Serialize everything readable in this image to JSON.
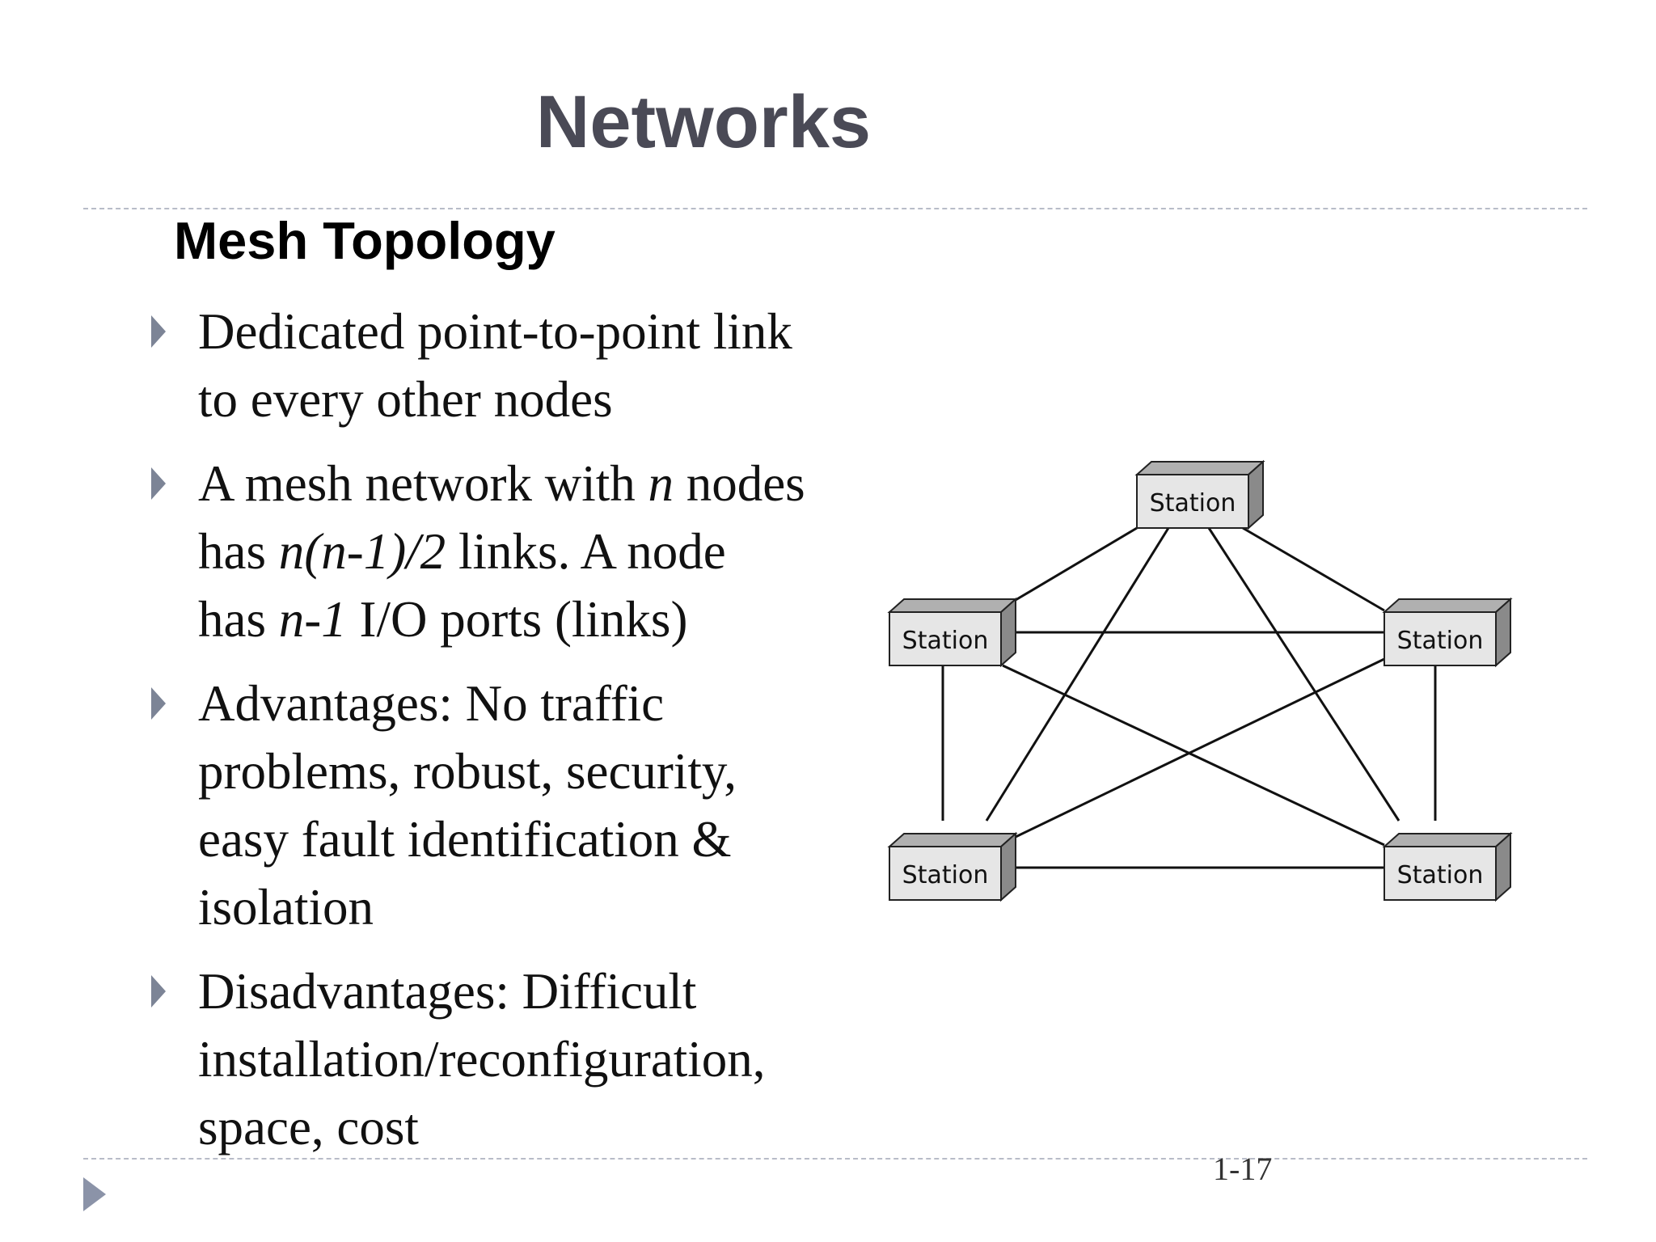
{
  "slide": {
    "title": "Networks",
    "subtitle": "Mesh Topology",
    "page_number": "1-17"
  },
  "bullets": [
    {
      "line1": "Dedicated point-to-point link",
      "line2": "to every other nodes"
    },
    {
      "a": "A mesh network with ",
      "b": "n",
      "c": " nodes",
      "d": "has ",
      "e": "n(n-1)/2",
      "f": " links.  A node",
      "g": "has ",
      "h": "n-1",
      "i": " I/O ports (links)"
    },
    {
      "line1": "Advantages: No traffic",
      "line2": "problems, robust, security,",
      "line3": "easy fault identification &",
      "line4": "isolation"
    },
    {
      "line1": "Disadvantages: Difficult",
      "line2": "installation/reconfiguration,",
      "line3": "space, cost"
    }
  ],
  "diagram": {
    "station_label": "Station",
    "stations": [
      "Station",
      "Station",
      "Station",
      "Station",
      "Station"
    ]
  },
  "colors": {
    "title": "#4a4a56",
    "bullet": "#7c8496",
    "box_face": "#e6e6e6",
    "box_side": "#8a8a8a",
    "box_top": "#b0b0b0"
  }
}
